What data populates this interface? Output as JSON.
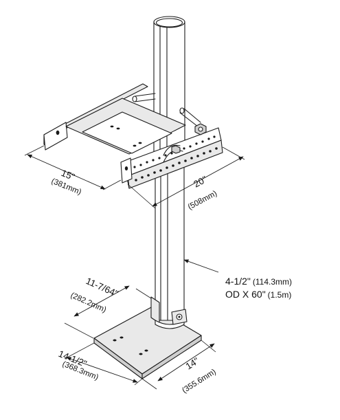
{
  "dimensions": {
    "width_bracket": {
      "imperial": "15\"",
      "metric": "(381mm)"
    },
    "length_bracket": {
      "imperial": "20\"",
      "metric": "(508mm)"
    },
    "tube": {
      "line1_a": "4-1/2\"",
      "line1_b": "(114.3mm)",
      "line2_a": "OD X 60\"",
      "line2_b": "(1.5m)"
    },
    "base_depth_bolt": {
      "imperial": "11-7/64\"",
      "metric": "(282.2mm)"
    },
    "base_width": {
      "imperial": "14-1/2\"",
      "metric": "(368.3mm)"
    },
    "base_depth": {
      "imperial": "14\"",
      "metric": "(355.6mm)"
    }
  },
  "colors": {
    "line": "#1a1a1a",
    "light_fill": "#e9e9e9",
    "mid_fill": "#cfcfcf"
  },
  "icons": {
    "arrowhead": "arrow-head-icon"
  }
}
